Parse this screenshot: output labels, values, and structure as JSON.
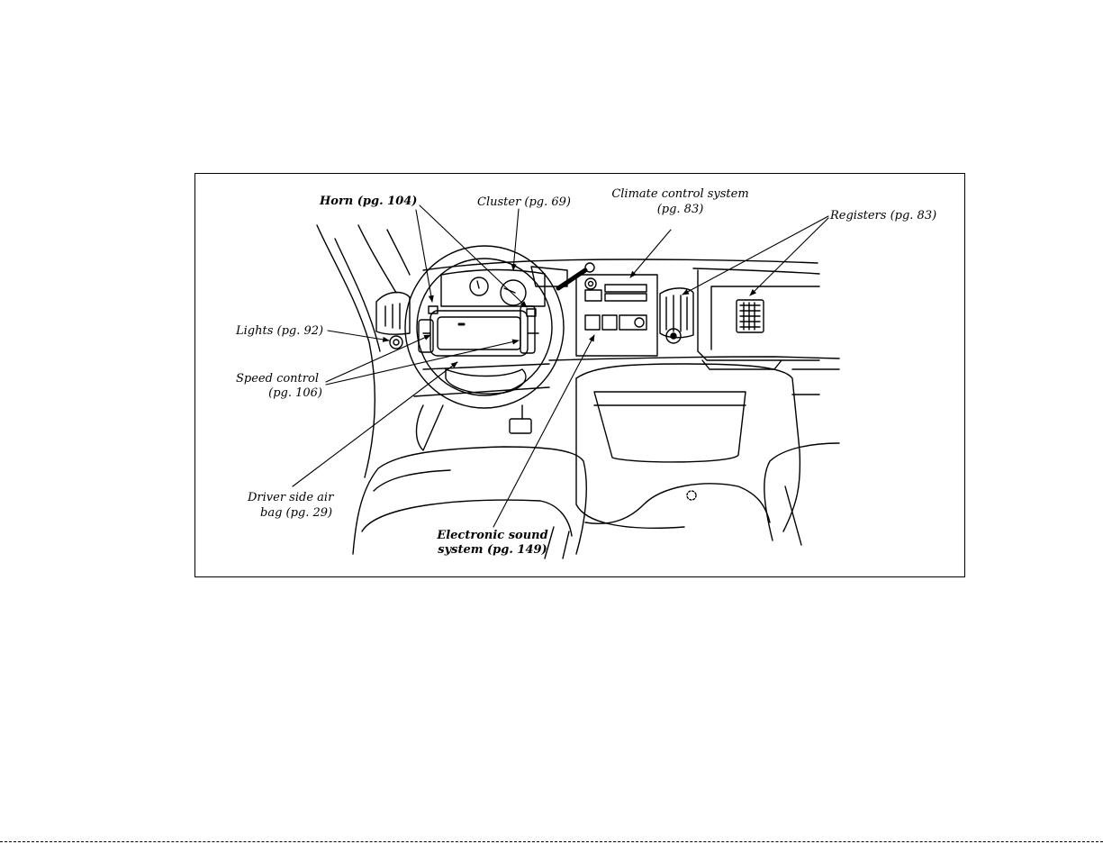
{
  "labels": {
    "horn": "Horn (pg. 104)",
    "cluster": "Cluster  (pg. 69)",
    "climate_line1": "Climate control system",
    "climate_line2": "(pg. 83)",
    "registers": "Registers  (pg. 83)",
    "lights": "Lights  (pg. 92)",
    "speed_line1": "Speed control",
    "speed_line2": "(pg. 106)",
    "airbag_line1": "Driver side air",
    "airbag_line2": "bag (pg. 29)",
    "sound_line1": "Electronic sound",
    "sound_line2": "system (pg. 149)"
  },
  "colors": {
    "ink": "#000000",
    "paper": "#ffffff"
  }
}
